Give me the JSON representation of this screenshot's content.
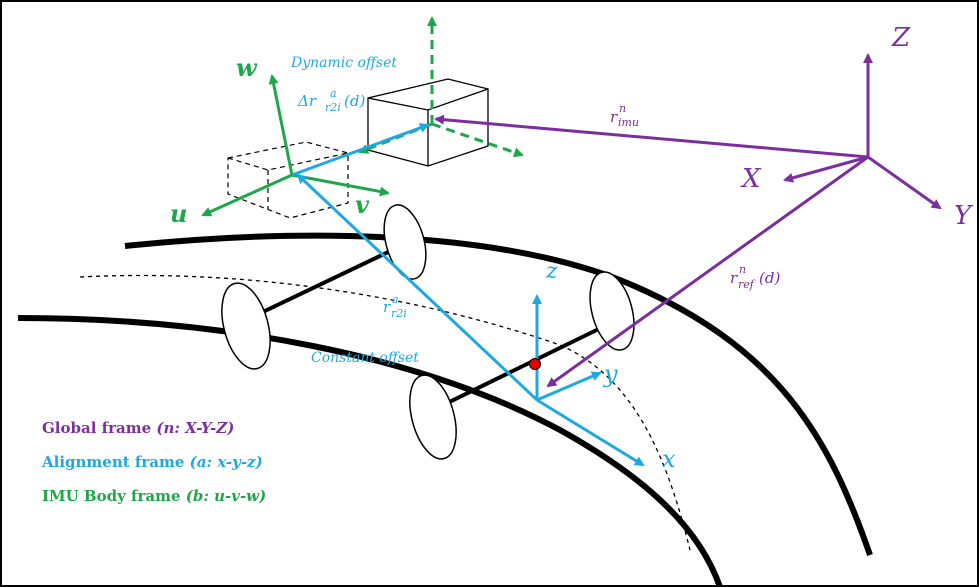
{
  "colors": {
    "global": "#7b2f9e",
    "alignment": "#1fa8e0",
    "imu": "#1ea64a",
    "track": "#000000",
    "point": "#e60000"
  },
  "labels": {
    "dynamic_offset": "Dynamic offset",
    "constant_offset": "Constant offset",
    "delta_r_prefix": "Δr",
    "delta_r_sup": "a",
    "delta_r_sub": "r2i",
    "delta_r_suffix": "(d)",
    "r_imu_base": "r",
    "r_imu_sup": "n",
    "r_imu_sub": "imu",
    "r_ref_base": "r",
    "r_ref_sup": "n",
    "r_ref_sub": "ref",
    "r_ref_suffix": "(d)",
    "r2i_base": "r",
    "r2i_sup": "a",
    "r2i_sub": "r2i"
  },
  "axes": {
    "global": [
      "X",
      "Y",
      "Z"
    ],
    "alignment": [
      "x",
      "y",
      "z"
    ],
    "imu": [
      "u",
      "v",
      "w"
    ]
  },
  "legend": [
    {
      "name": "Global frame",
      "detail": "(n: X-Y-Z)",
      "color": "#7b2f9e"
    },
    {
      "name": "Alignment frame",
      "detail": "(a: x-y-z)",
      "color": "#1fa8e0"
    },
    {
      "name": "IMU Body frame",
      "detail": "(b: u-v-w)",
      "color": "#1ea64a"
    }
  ]
}
